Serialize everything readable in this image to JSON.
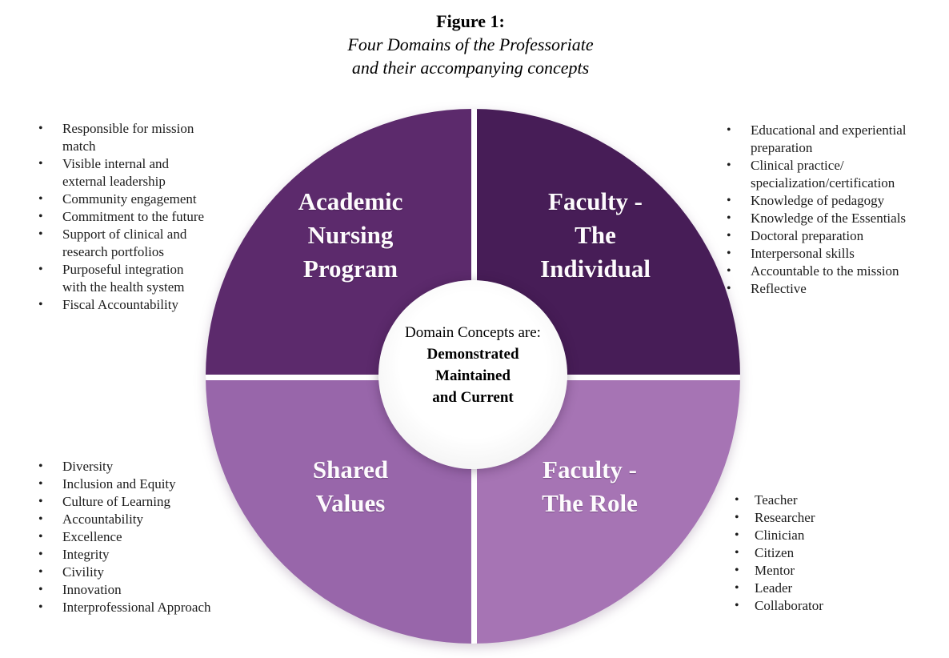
{
  "figure": {
    "label": "Figure 1:",
    "subtitle_line1": "Four Domains of the Professoriate",
    "subtitle_line2": "and their accompanying concepts"
  },
  "hub": {
    "intro": "Domain Concepts are:",
    "emphasis": [
      "Demonstrated",
      "Maintained",
      "and Current"
    ]
  },
  "quadrants": {
    "academic_nursing_program": {
      "label_lines": [
        "Academic",
        "Nursing",
        "Program"
      ],
      "color": "#5c2a6c",
      "bullets": [
        "Responsible for mission match",
        "Visible internal and external leadership",
        "Community engagement",
        "Commitment to the future",
        "Support of clinical and research portfolios",
        "Purposeful integration with the health system",
        "Fiscal Accountability"
      ]
    },
    "faculty_the_individual": {
      "label_lines": [
        "Faculty -",
        "The",
        "Individual"
      ],
      "color": "#471d57",
      "bullets": [
        "Educational and experiential preparation",
        "Clinical practice/ specialization/certification",
        "Knowledge of pedagogy",
        "Knowledge of the Essentials",
        "Doctoral preparation",
        "Interpersonal skills",
        "Accountable to the mission",
        "Reflective"
      ]
    },
    "shared_values": {
      "label_lines": [
        "Shared",
        "Values"
      ],
      "color": "#9866aa",
      "bullets": [
        "Diversity",
        "Inclusion and Equity",
        "Culture of Learning",
        "Accountability",
        "Excellence",
        "Integrity",
        "Civility",
        "Innovation",
        "Interprofessional Approach"
      ]
    },
    "faculty_the_role": {
      "label_lines": [
        "Faculty -",
        "The Role"
      ],
      "color": "#a674b4",
      "bullets": [
        "Teacher",
        "Researcher",
        "Clinician",
        "Citizen",
        "Mentor",
        "Leader",
        "Collaborator"
      ]
    }
  }
}
